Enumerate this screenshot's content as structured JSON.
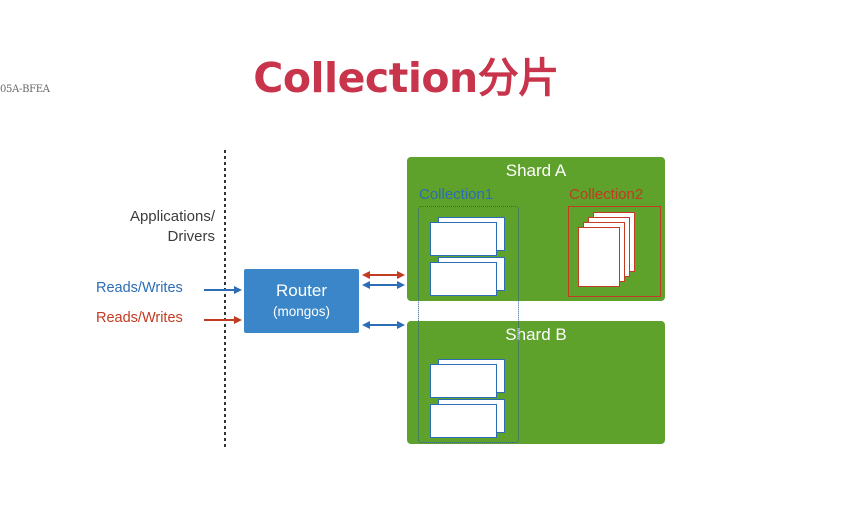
{
  "title": "Collection分片",
  "corner_text": "05A-BFEA",
  "applications_label": [
    "Applications/",
    "Drivers"
  ],
  "reads_writes": [
    {
      "label": "Reads/Writes",
      "color": "#2c6db5"
    },
    {
      "label": "Reads/Writes",
      "color": "#c23b22"
    }
  ],
  "router": {
    "title": "Router",
    "subtitle": "(mongos)"
  },
  "shards": [
    {
      "name": "Shard A"
    },
    {
      "name": "Shard B"
    }
  ],
  "collections": [
    {
      "name": "Collection1",
      "color": "#2c6db5"
    },
    {
      "name": "Collection2",
      "color": "#c23b22"
    }
  ],
  "colors": {
    "title": "#c8344b",
    "text": "#3c3c3c",
    "blue": "#2c6db5",
    "red": "#c23b22",
    "router_fill": "#3a86c8",
    "shard_fill": "#5ea12b"
  }
}
